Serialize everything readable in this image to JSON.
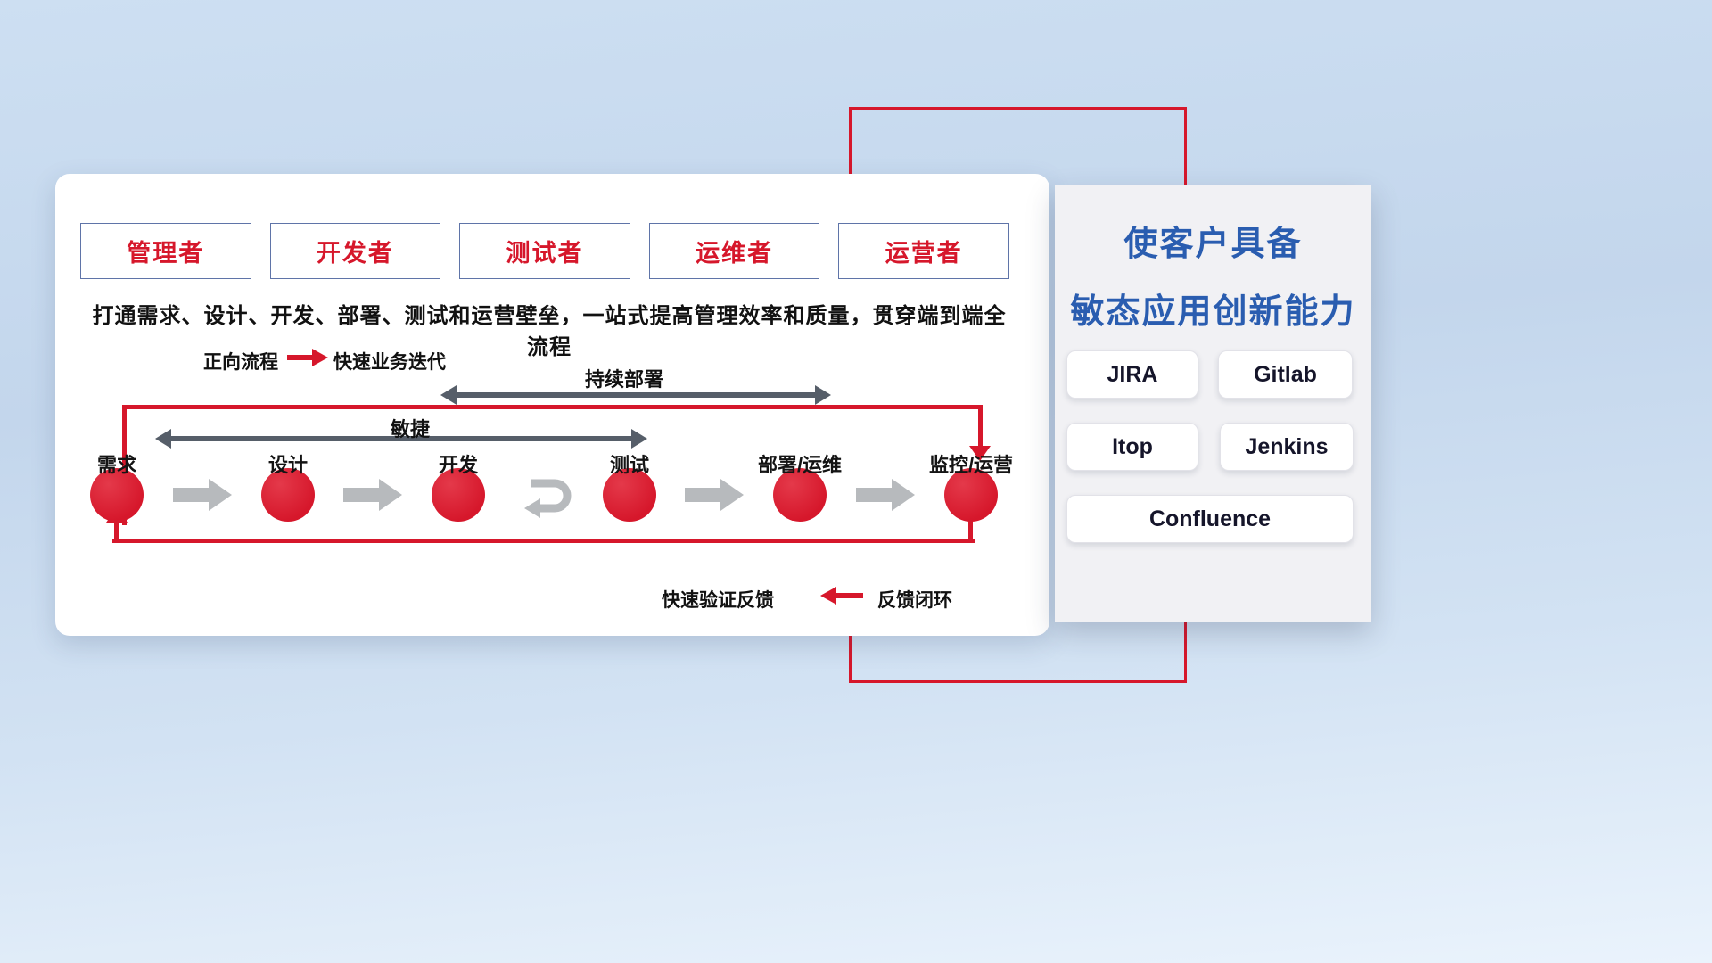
{
  "main": {
    "roles": [
      "管理者",
      "开发者",
      "测试者",
      "运维者",
      "运营者"
    ],
    "description": "打通需求、设计、开发、部署、测试和运营壁垒，一站式提高管理效率和质量，贯穿端到端全流程",
    "forward_legend": {
      "label": "正向流程",
      "value": "快速业务迭代"
    },
    "deploy_arrow_label": "持续部署",
    "agile_arrow_label": "敏捷",
    "stages": [
      "需求",
      "设计",
      "开发",
      "测试",
      "部署/运维",
      "监控/运营"
    ],
    "feedback_legend": {
      "label": "快速验证反馈",
      "value": "反馈闭环"
    }
  },
  "side_panel": {
    "title_line1": "使客户具备",
    "title_line2": "敏态应用创新能力",
    "tools": [
      "JIRA",
      "Gitlab",
      "Itop",
      "Jenkins",
      "Confluence"
    ]
  },
  "colors": {
    "accent_red": "#d6172b",
    "title_blue": "#2a5db0",
    "arrow_gray": "#b7babd",
    "dark_arrow": "#565e69"
  }
}
